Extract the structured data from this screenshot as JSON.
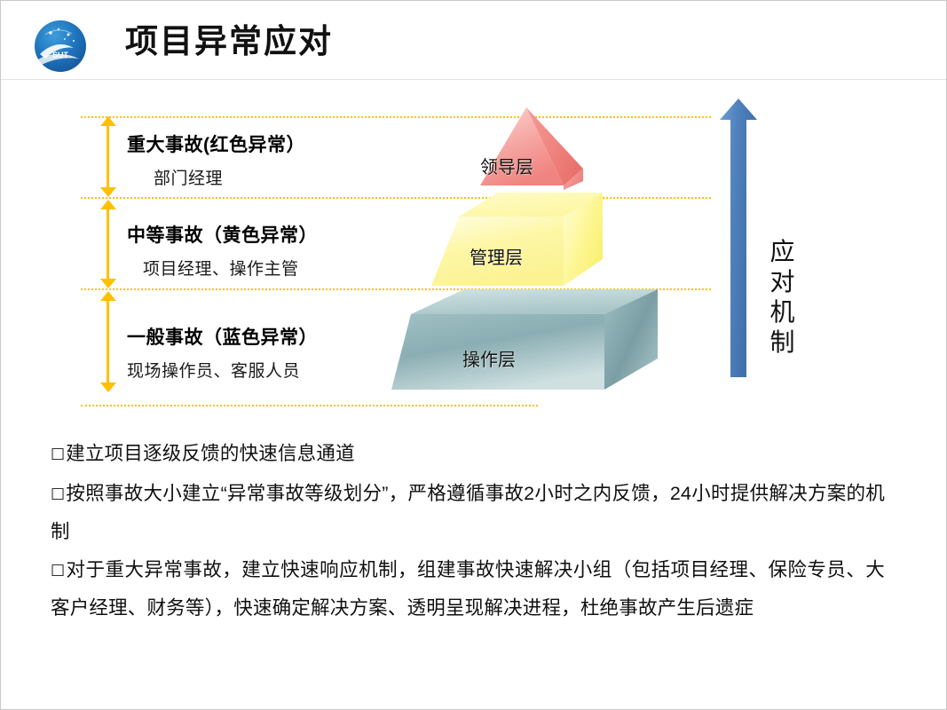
{
  "header": {
    "title": "项目异常应对",
    "logo_text": "SUT",
    "logo_name": "sut-globe-logo"
  },
  "diagram": {
    "levels": [
      {
        "id": "red",
        "title": "重大事故(红色异常）",
        "roles": "部门经理",
        "pyramid_label": "领导层",
        "color": "#f4938f"
      },
      {
        "id": "yellow",
        "title": "中等事故（黄色异常）",
        "roles": "项目经理、操作主管",
        "pyramid_label": "管理层",
        "color": "#fbf59a"
      },
      {
        "id": "blue",
        "title": "一般事故（蓝色异常）",
        "roles": "现场操作员、客服人员",
        "pyramid_label": "操作层",
        "color": "#8fb0b4"
      }
    ],
    "arrow_label_chars": [
      "应",
      "对",
      "机",
      "制"
    ],
    "arrow_label": "应对机制",
    "guide_color": "#ffc000",
    "arrow_color": "#4f81bd"
  },
  "bullets": [
    {
      "marker": "□",
      "text": "建立项目逐级反馈的快速信息通道"
    },
    {
      "marker": "□",
      "text": "按照事故大小建立“异常事故等级划分”，严格遵循事故2小时之内反馈，24小时提供解决方案的机制"
    },
    {
      "marker": "□",
      "text": "对于重大异常事故，建立快速响应机制，组建事故快速解决小组（包括项目经理、保险专员、大客户经理、财务等），快速确定解决方案、透明呈现解决进程，杜绝事故产生后遗症"
    }
  ]
}
